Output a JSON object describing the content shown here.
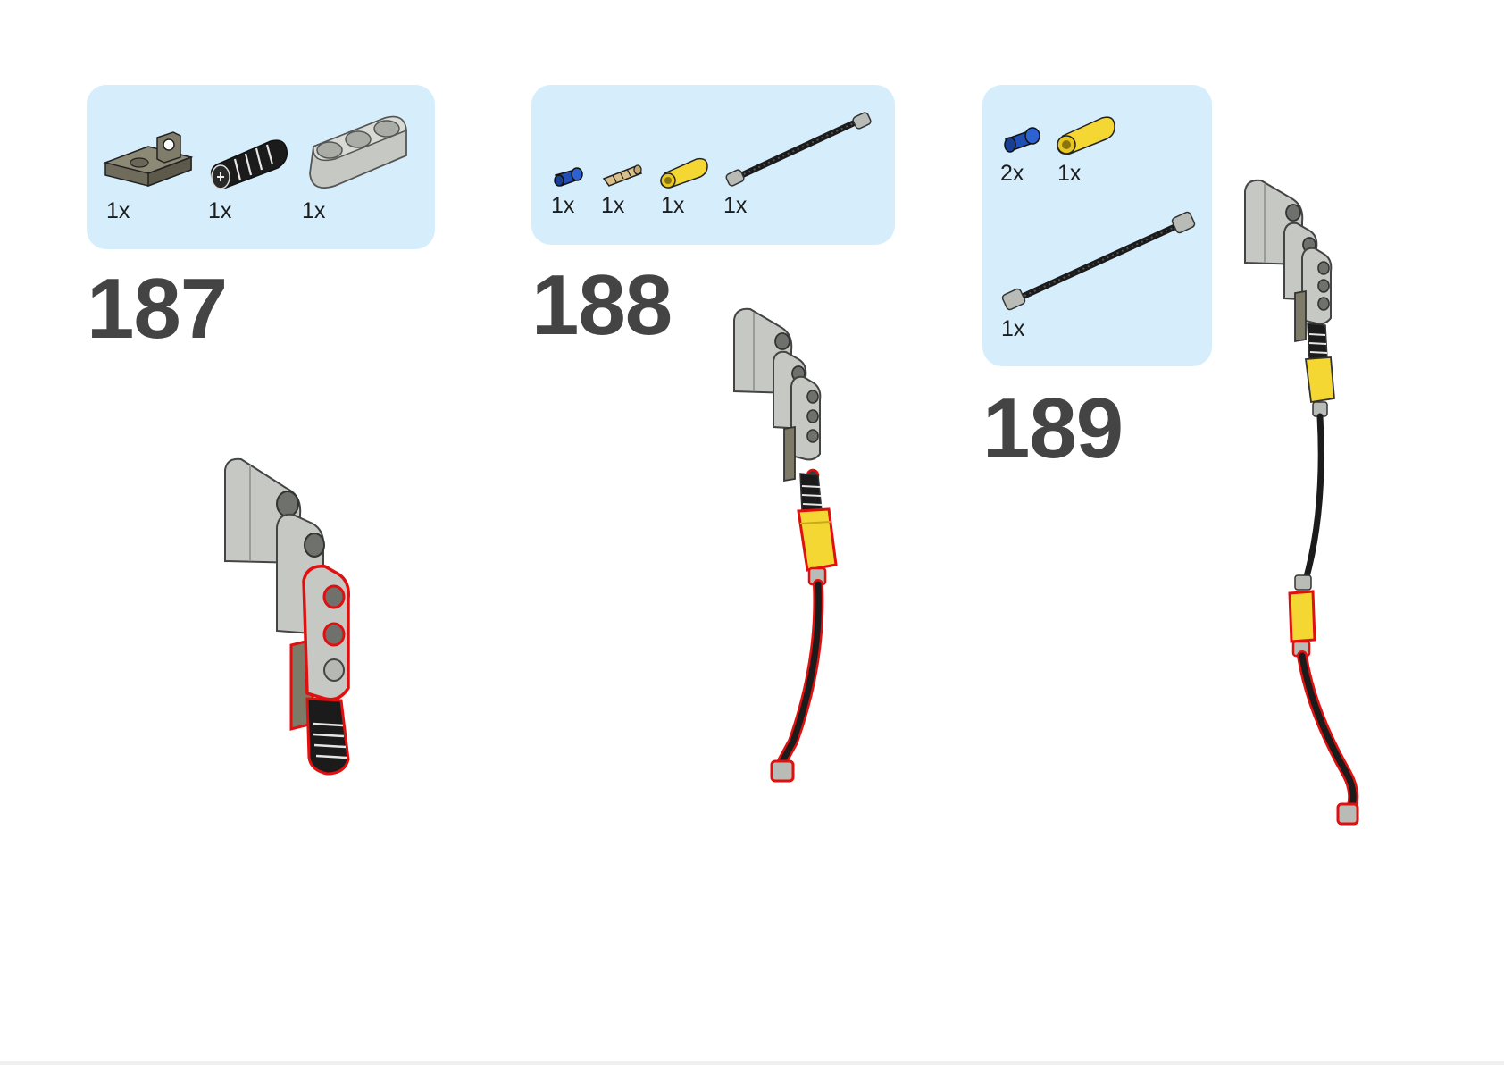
{
  "steps": [
    {
      "number": "187",
      "parts": [
        {
          "part": "plate-with-clip-icon",
          "qty": "1x"
        },
        {
          "part": "axle-pin-connector-icon",
          "qty": "1x"
        },
        {
          "part": "beam-3-icon",
          "qty": "1x"
        }
      ]
    },
    {
      "number": "188",
      "parts": [
        {
          "part": "blue-pin-icon",
          "qty": "1x"
        },
        {
          "part": "tan-axle-pin-icon",
          "qty": "1x"
        },
        {
          "part": "yellow-tube-icon",
          "qty": "1x"
        },
        {
          "part": "flex-cable-icon",
          "qty": "1x"
        }
      ]
    },
    {
      "number": "189",
      "parts": [
        {
          "part": "blue-pin-icon",
          "qty": "2x"
        },
        {
          "part": "yellow-tube-icon",
          "qty": "1x"
        },
        {
          "part": "flex-cable-icon",
          "qty": "1x"
        }
      ]
    }
  ],
  "colors": {
    "parts_box_bg": "#d6eefc",
    "step_number": "#444444",
    "highlight": "#e01010",
    "light_gray": "#c8cbc6",
    "dark_tan": "#7d7a68",
    "yellow": "#f5d733",
    "blue": "#1f4fb4",
    "black": "#1b1b1b"
  }
}
